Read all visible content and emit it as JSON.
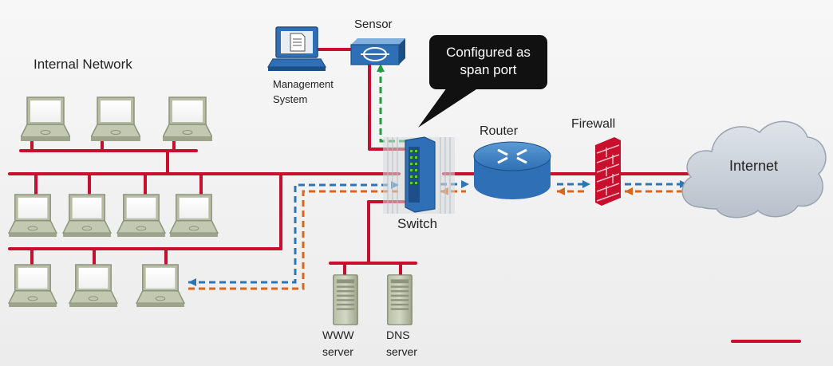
{
  "labels": {
    "internal_network": "Internal Network",
    "sensor": "Sensor",
    "management_line1": "Management",
    "management_line2": "System",
    "callout_line1": "Configured as",
    "callout_line2": "span port",
    "router": "Router",
    "firewall": "Firewall",
    "internet": "Internet",
    "switch": "Switch",
    "www_line1": "WWW",
    "www_line2": "server",
    "dns_line1": "DNS",
    "dns_line2": "server"
  },
  "colors": {
    "link": "#c8102e",
    "traffic_blue": "#2e75b6",
    "traffic_orange": "#d9661a",
    "traffic_green": "#1e9e3e",
    "device_blue": "#2f6fb5",
    "cloud": "#c9d0da",
    "callout_bg": "#111111",
    "laptop_frame": "#a8ad96"
  },
  "icons": [
    "laptop-icon",
    "computer-icon",
    "sensor-icon",
    "switch-icon",
    "router-icon",
    "firewall-icon",
    "cloud-icon",
    "server-icon"
  ]
}
